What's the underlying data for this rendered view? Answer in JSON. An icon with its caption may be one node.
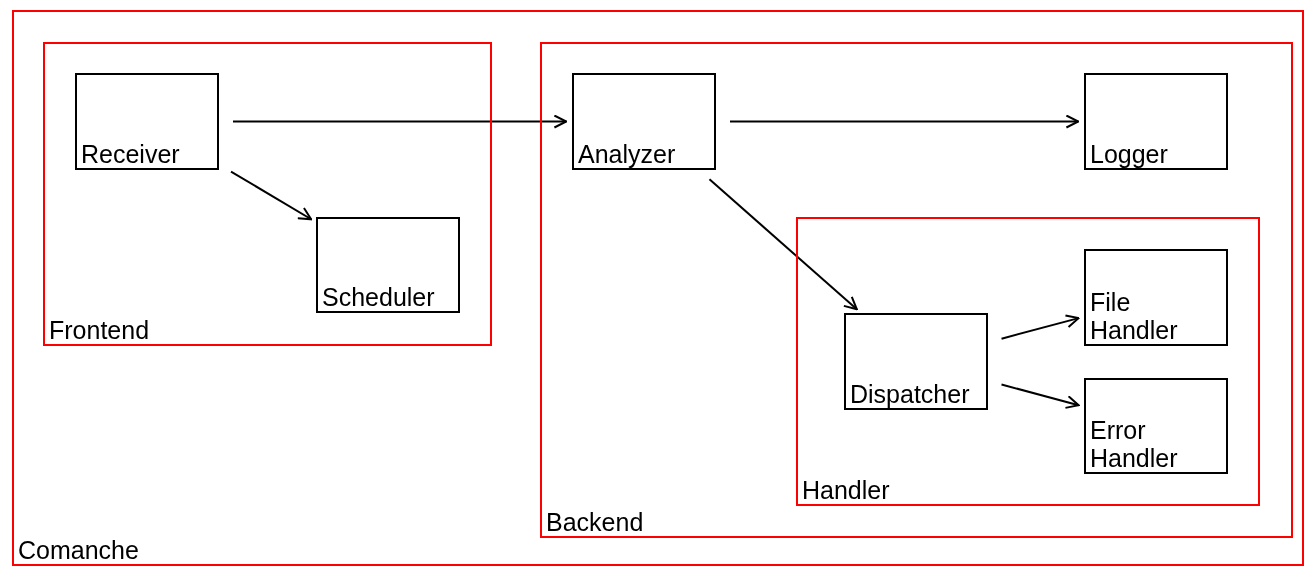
{
  "diagram": {
    "nodes": [
      {
        "text": [
          "Comanche"
        ]
      },
      {
        "text": [
          "Frontend"
        ],
        "in": 0
      },
      {
        "text": [
          "Receiver"
        ],
        "in": 1
      },
      {
        "text": [
          "Scheduler"
        ],
        "in": 1
      },
      {
        "text": [
          "Backend"
        ],
        "in": 0
      },
      {
        "text": [
          "Analyzer"
        ],
        "in": 4
      },
      {
        "text": [
          "Logger"
        ],
        "in": 4
      },
      {
        "text": [
          "Handler"
        ],
        "in": 4
      },
      {
        "text": [
          "Dispatcher"
        ],
        "in": 7
      },
      {
        "text": [
          "File Handler"
        ],
        "in": 7
      },
      {
        "text": [
          "Error Handler"
        ],
        "in": 7
      }
    ],
    "edges": [
      {
        "from": 2,
        "to": 5,
        "arrow": "to"
      },
      {
        "from": 2,
        "to": 3,
        "arrow": "to"
      },
      {
        "from": 5,
        "to": 6,
        "arrow": "to"
      },
      {
        "from": 5,
        "to": 8,
        "arrow": "to"
      },
      {
        "from": 8,
        "to": 9,
        "arrow": "to"
      },
      {
        "from": 8,
        "to": 10,
        "arrow": "to"
      }
    ]
  }
}
